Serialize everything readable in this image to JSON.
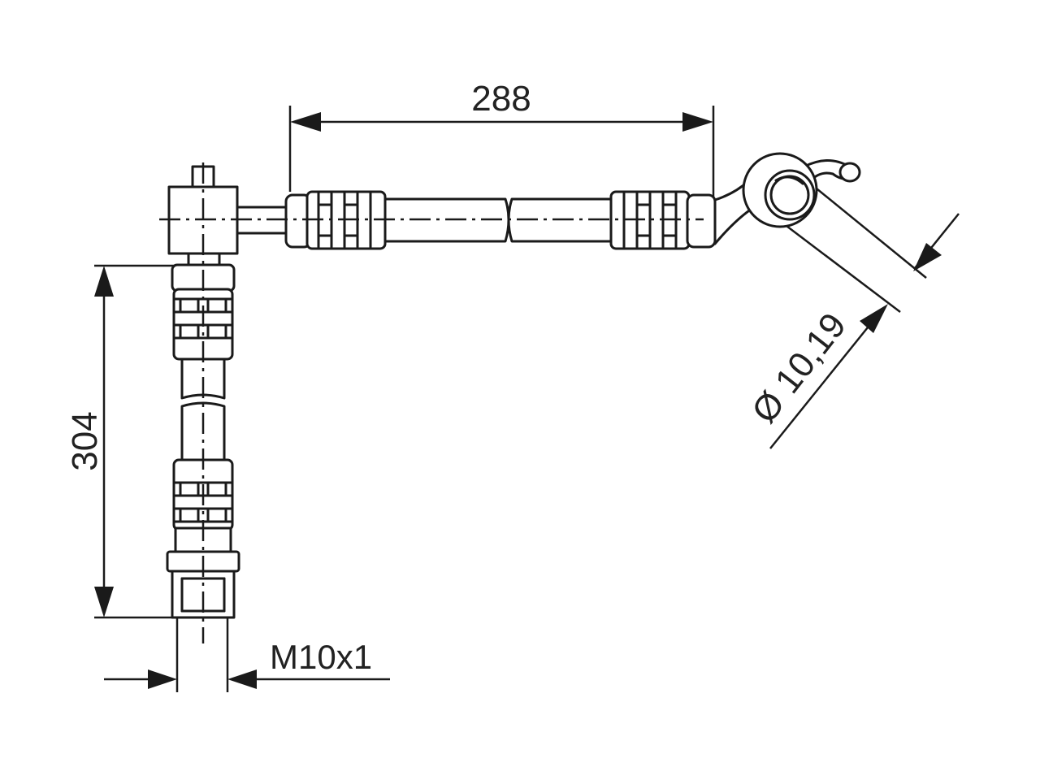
{
  "dimensions": {
    "horizontal_length": "288",
    "vertical_length": "304",
    "eye_diameter": "Ø 10,19",
    "thread": "M10x1"
  },
  "colors": {
    "line": "#1a1a1a",
    "text": "#222222",
    "background": "#ffffff"
  }
}
